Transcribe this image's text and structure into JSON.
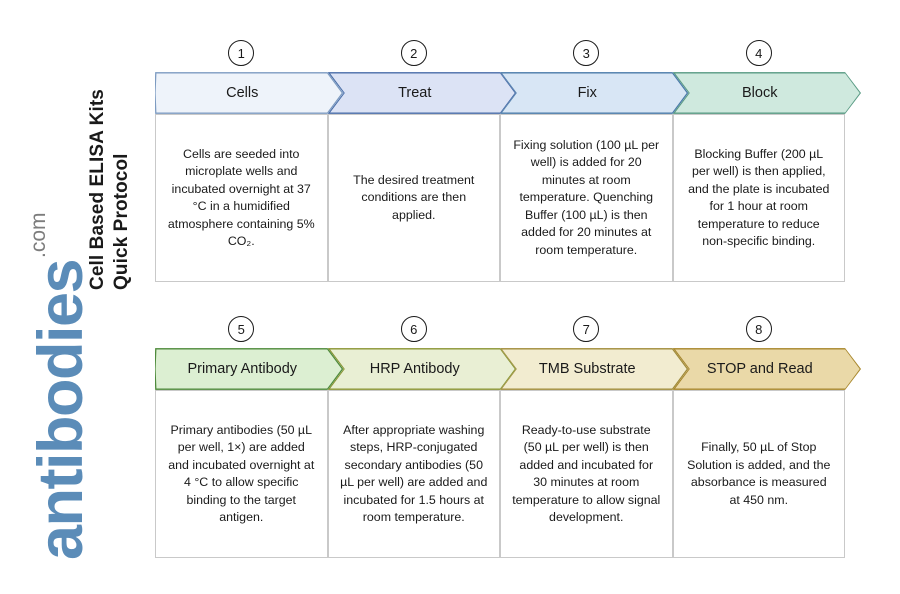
{
  "sidebar": {
    "title_line1": "Cell Based ELISA Kits",
    "title_line2": "Quick Protocol",
    "logo_name": "antibodies",
    "logo_suffix": ".com",
    "logo_color": "#5b8cb8"
  },
  "chart_data": {
    "type": "diagram",
    "title": "Cell Based ELISA Kits Quick Protocol",
    "layout": "two-row chevron process flow, 4 steps per row",
    "steps": [
      {
        "number": "1",
        "label": "Cells",
        "body": "Cells are seeded into microplate wells and incubated overnight at 37 °C in a humidified atmosphere containing 5% CO₂.",
        "fill": "#eef3fa",
        "stroke": "#7d9bc1"
      },
      {
        "number": "2",
        "label": "Treat",
        "body": "The desired treatment conditions are then applied.",
        "fill": "#dce3f5",
        "stroke": "#4a6ea8"
      },
      {
        "number": "3",
        "label": "Fix",
        "body": "Fixing solution (100 µL per well) is added for 20 minutes at room temperature. Quenching Buffer (100 µL) is then added for 20 minutes at room temperature.",
        "fill": "#d8e6f5",
        "stroke": "#4a7ba8"
      },
      {
        "number": "4",
        "label": "Block",
        "body": "Blocking Buffer (200 µL per well) is then applied, and the plate is incubated for 1 hour at room temperature to reduce non-specific binding.",
        "fill": "#cfe9de",
        "stroke": "#5a9b84"
      },
      {
        "number": "5",
        "label": "Primary Antibody",
        "body": "Primary antibodies (50 µL per well, 1×) are added and incubated overnight at 4 °C to allow specific binding to the target antigen.",
        "fill": "#dcefd2",
        "stroke": "#4e8a3c"
      },
      {
        "number": "6",
        "label": "HRP Antibody",
        "body": "After appropriate washing steps, HRP-conjugated secondary antibodies (50 µL per well) are added and incubated for 1.5 hours at room temperature.",
        "fill": "#e9efd4",
        "stroke": "#8a9433"
      },
      {
        "number": "7",
        "label": "TMB Substrate",
        "body": "Ready-to-use substrate (50 µL per well) is then added and incubated for 30 minutes at room temperature to allow signal development.",
        "fill": "#f2ecd0",
        "stroke": "#a08b3a"
      },
      {
        "number": "8",
        "label": "STOP and Read",
        "body": "Finally, 50 µL of Stop Solution is added, and the absorbance is measured at 450 nm.",
        "fill": "#ead9a8",
        "stroke": "#a8882f"
      }
    ]
  }
}
